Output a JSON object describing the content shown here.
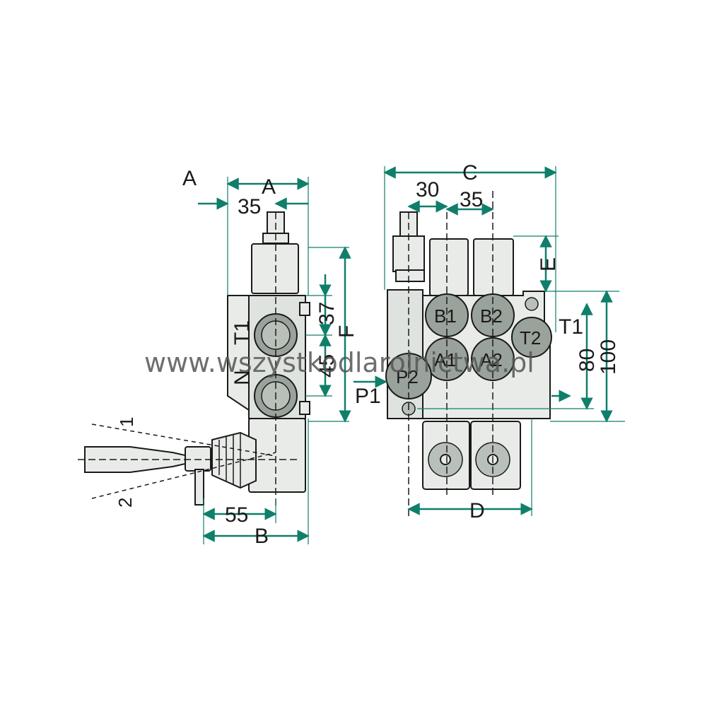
{
  "labels": {
    "side_A_outer": "A",
    "side_A_inner": "A",
    "side_35": "35",
    "side_37": "37",
    "side_45": "45",
    "side_F": "F",
    "side_T1": "T1",
    "side_N": "N",
    "side_55": "55",
    "side_B": "B",
    "lever_1": "1",
    "lever_2": "2",
    "front_C": "C",
    "front_30": "30",
    "front_35": "35",
    "front_E": "E",
    "front_T1": "T1",
    "front_80": "80",
    "front_100": "100",
    "front_P1": "P1",
    "front_D": "D"
  },
  "ports": {
    "b1": "B1",
    "b2": "B2",
    "a1": "A1",
    "a2": "A2",
    "t2": "T2",
    "p2": "P2"
  },
  "watermark": "www.wszystkodlarolnictwa.pl",
  "colors": {
    "dimension": "#0f7f6a",
    "outline": "#1a1a1a",
    "body_fill": "#e8ebe8",
    "port_fill": "#9aa29c"
  }
}
